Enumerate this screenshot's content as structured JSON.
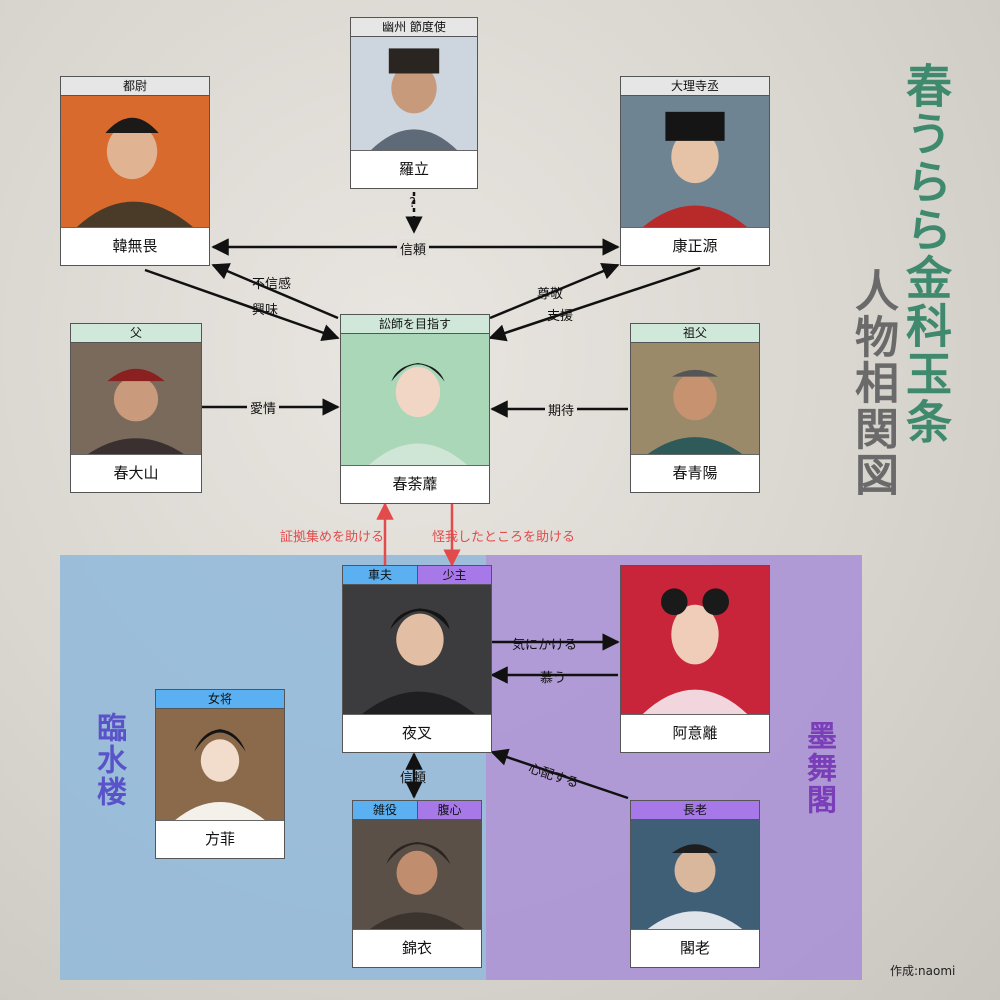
{
  "title": "春うらら金科玉条",
  "subtitle": "人物相関図",
  "credit": "作成:naomi",
  "groups": {
    "left": "臨水楼",
    "right": "墨舞閣"
  },
  "characters": {
    "luoli": {
      "tag": "幽州 節度使",
      "name": "羅立"
    },
    "hanwuwei": {
      "tag": "都尉",
      "name": "韓無畏"
    },
    "kangzheng": {
      "tag": "大理寺丞",
      "name": "康正源"
    },
    "chuntu": {
      "tag": "訟師を目指す",
      "name": "春荼蘼"
    },
    "chundashan": {
      "tag": "父",
      "name": "春大山"
    },
    "chunqing": {
      "tag": "祖父",
      "name": "春青陽"
    },
    "yecha": {
      "tag1": "車夫",
      "tag2": "少主",
      "name": "夜叉"
    },
    "ayili": {
      "name": "阿意離"
    },
    "fangfei": {
      "tag": "女将",
      "name": "方菲"
    },
    "jinyi": {
      "tag1": "雑役",
      "tag2": "腹心",
      "name": "錦衣"
    },
    "gelao": {
      "tag": "長老",
      "name": "閣老"
    }
  },
  "relations": {
    "luoli_q": "?",
    "trust_top": "信頼",
    "distrust": "不信感",
    "interest": "興味",
    "respect": "尊敬",
    "support": "支援",
    "love": "愛情",
    "expect": "期待",
    "help_evidence": "証拠集めを助ける",
    "help_injury": "怪我したところを助ける",
    "care": "気にかける",
    "adore": "慕う",
    "trust_bottom": "信頼",
    "worry": "心配する"
  },
  "colors": {
    "title": "#3f8a6e",
    "accent_red": "#e24b4b",
    "region_left": "#8fb9db",
    "region_right": "#a88fd6"
  }
}
